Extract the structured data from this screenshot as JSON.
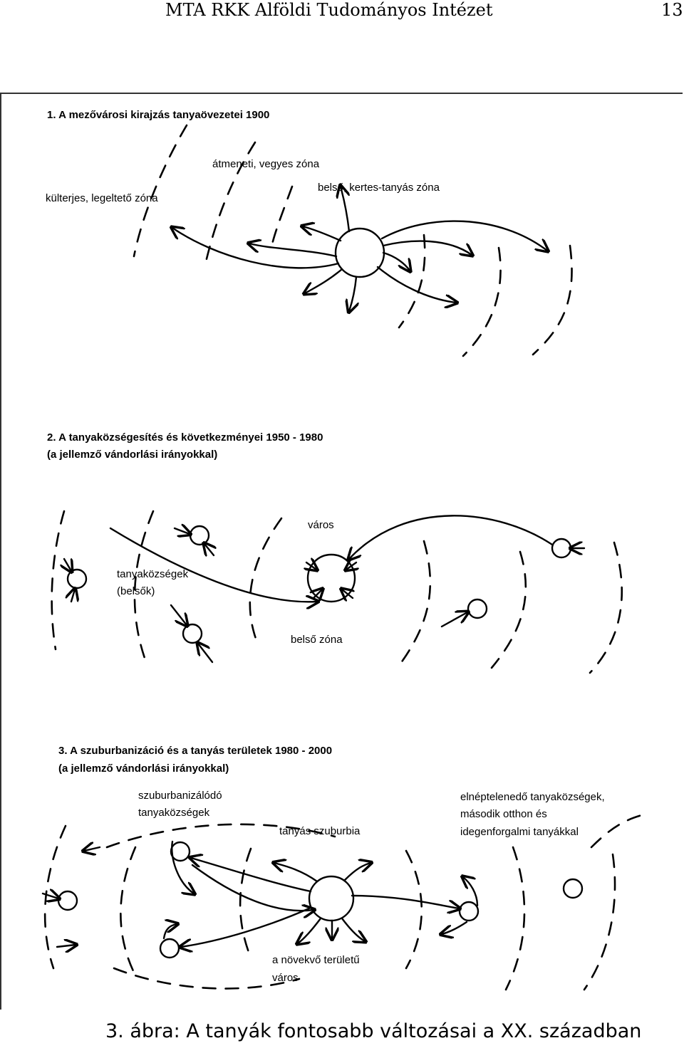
{
  "header": {
    "title": "MTA RKK Alföldi Tudományos Intézet",
    "page_number": "13"
  },
  "panel1": {
    "title": "1. A mezővárosi kirajzás tanyaövezetei 1900",
    "label_transitional": "átmeneti, vegyes zóna",
    "label_inner": "belső, kertes-tanyás zóna",
    "label_outer": "külterjes, legeltető zóna"
  },
  "panel2": {
    "title_line1": "2. A tanyaközségesítés és következményei 1950 - 1980",
    "title_line2": "(a jellemző vándorlási irányokkal)",
    "label_city": "város",
    "label_villages_line1": "tanyaközségek",
    "label_villages_line2": "(belsők)",
    "label_inner_zone": "belső zóna"
  },
  "panel3": {
    "title_line1": "3. A szuburbanizáció és a tanyás területek 1980 - 2000",
    "title_line2": "(a jellemző vándorlási irányokkal)",
    "label_suburbanizing_line1": "szuburbanizálódó",
    "label_suburbanizing_line2": "tanyaközségek",
    "label_suburbia": "tanyás szuburbia",
    "label_depopulating_line1": "elnéptelenedő tanyaközségek,",
    "label_depopulating_line2": "második otthon és",
    "label_depopulating_line3": "idegenforgalmi tanyákkal",
    "label_growing_city_line1": "a növekvő területű",
    "label_growing_city_line2": "város"
  },
  "caption": "3. ábra: A tanyák fontosabb változásai a XX. században"
}
